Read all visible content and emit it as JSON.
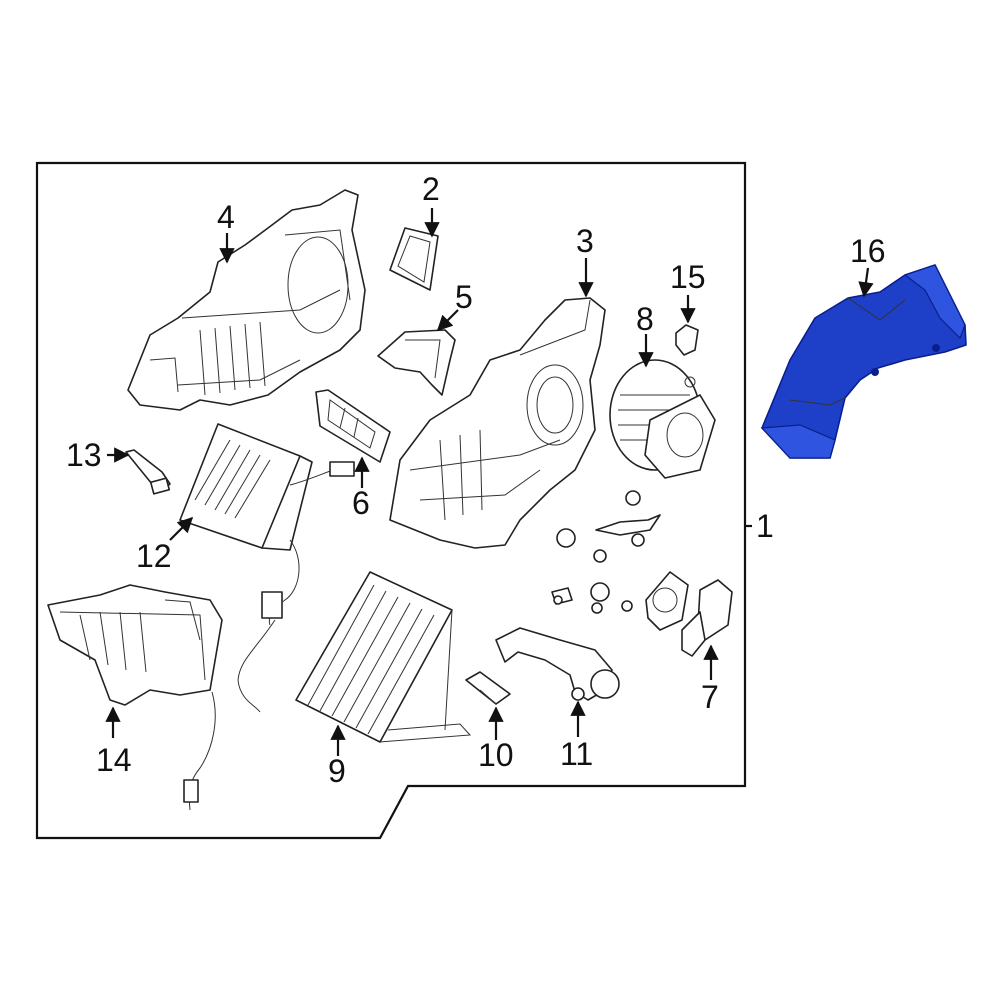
{
  "callouts": {
    "c1": "1",
    "c2": "2",
    "c3": "3",
    "c4": "4",
    "c5": "5",
    "c6": "6",
    "c7": "7",
    "c8": "8",
    "c9": "9",
    "c10": "10",
    "c11": "11",
    "c12": "12",
    "c13": "13",
    "c14": "14",
    "c15": "15",
    "c16": "16"
  },
  "colors": {
    "highlight": "#1e3fc7",
    "line": "#111111",
    "background": "#ffffff"
  }
}
